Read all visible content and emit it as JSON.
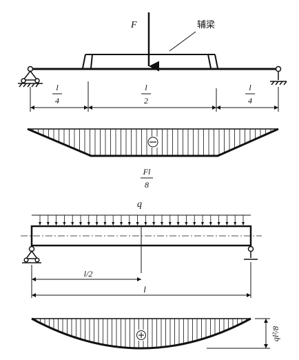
{
  "top_figure": {
    "load_label": "F",
    "aux_beam_label": "辅梁",
    "dims": {
      "left": {
        "num": "l",
        "den": "4"
      },
      "middle": {
        "num": "l",
        "den": "2"
      },
      "right": {
        "num": "l",
        "den": "4"
      }
    },
    "moment_sign": "⊖",
    "moment_value": {
      "num": "Fl",
      "den": "8"
    }
  },
  "bottom_figure": {
    "load_label": "q",
    "dims": {
      "half": "l/2",
      "full": "l"
    },
    "moment_sign": "⊕",
    "moment_value": "ql²/8"
  }
}
